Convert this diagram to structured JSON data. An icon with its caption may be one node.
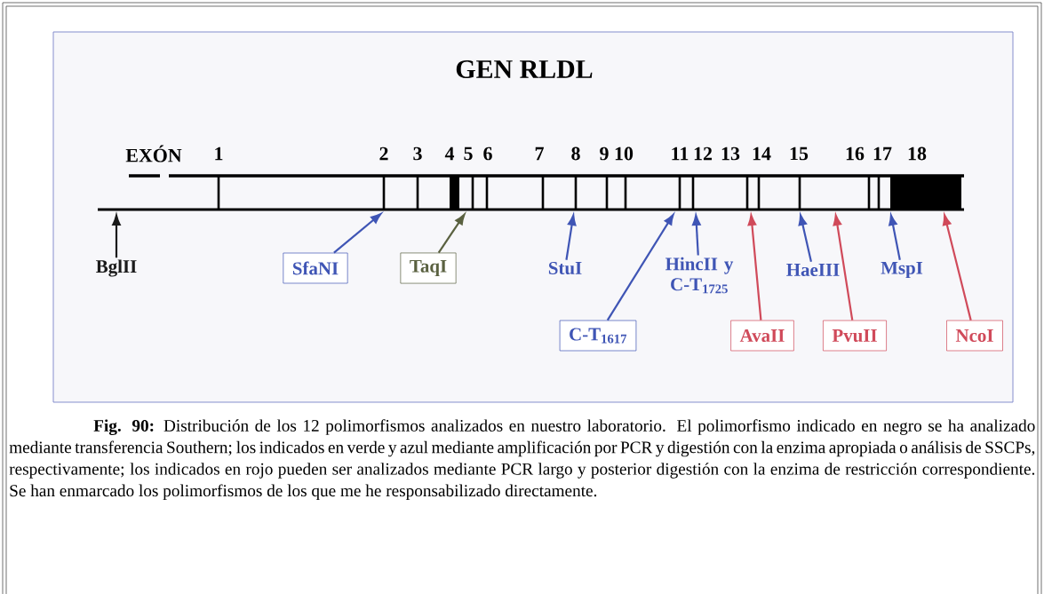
{
  "diagram": {
    "title": "GEN RLDL",
    "caption": "**Fig. 90:** Distribución de los 12 polimorfismos analizados en nuestro laboratorio. El polimorfismo indicado en negro se ha analizado mediante transferencia Southern; los indicados en verde y azul mediante amplificación por PCR y digestión con la enzima apropiada o análisis de SSCPs, respectivamente; los indicados en rojo pueden ser analizados mediante PCR largo y posterior digestión con la enzima de restricción correspondiente. Se han enmarcado los polimorfismos de los que me he responsabilizado directamente.",
    "nodes": [
      {
        "text": [
          "BglII"
        ]
      },
      {
        "text": [
          "SfaNI"
        ]
      },
      {
        "text": [
          "TaqI"
        ]
      },
      {
        "text": [
          "StuI"
        ]
      },
      {
        "text": [
          "C-T$_{1617}$"
        ]
      },
      {
        "text": [
          "HincII y C-T$_{1725}$"
        ]
      },
      {
        "text": [
          "HaeIII"
        ]
      },
      {
        "text": [
          "AvaII"
        ]
      },
      {
        "text": [
          "PvuII"
        ]
      },
      {
        "text": [
          "MspI"
        ]
      },
      {
        "text": [
          "NcoI"
        ]
      },
      {
        "text": [],
        "shape": "bar",
        "beside": [
          "EXÓN",
          "1",
          "2",
          "3",
          "4",
          "5",
          "6",
          "7",
          "8",
          "9",
          "10",
          "11",
          "12",
          "13",
          "14",
          "15",
          "16",
          "17",
          "18"
        ]
      }
    ],
    "edges": [
      {
        "from": 0,
        "to": 11,
        "arrow": "to",
        "color": "#1a1a1a"
      },
      {
        "from": 1,
        "to": 11,
        "arrow": "to"
      },
      {
        "from": 2,
        "to": 11,
        "arrow": "to",
        "color": "#5a6140"
      },
      {
        "from": 3,
        "to": 11,
        "arrow": "to"
      },
      {
        "from": 4,
        "to": 11,
        "arrow": "to"
      },
      {
        "from": 5,
        "to": 11,
        "arrow": "to"
      },
      {
        "from": 6,
        "to": 11,
        "arrow": "to"
      },
      {
        "from": 7,
        "to": 11,
        "arrow": "to",
        "color": "#d04a5a"
      },
      {
        "from": 8,
        "to": 11,
        "arrow": "to",
        "color": "#d04a5a"
      },
      {
        "from": 9,
        "to": 11,
        "arrow": "to"
      },
      {
        "from": 10,
        "to": 11,
        "arrow": "to",
        "color": "#d04a5a"
      }
    ]
  }
}
